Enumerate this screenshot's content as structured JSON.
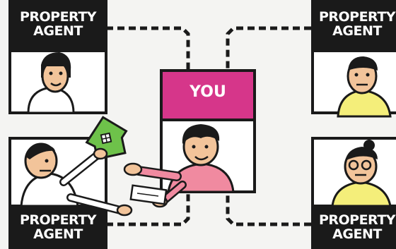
{
  "agents": {
    "top_left": {
      "line1": "PROPERTY",
      "line2": "AGENT"
    },
    "top_right": {
      "line1": "PROPERTY",
      "line2": "AGENT"
    },
    "bottom_left": {
      "line1": "PROPERTY",
      "line2": "AGENT"
    },
    "bottom_right": {
      "line1": "PROPERTY",
      "line2": "AGENT"
    }
  },
  "you": {
    "label": "YOU"
  },
  "colors": {
    "background": "#f4f4f2",
    "label_bg": "#1a1a1a",
    "you_bg": "#d6368a",
    "house": "#6ec24a",
    "skin": "#f2c49a",
    "shirt_pink": "#f08aa0",
    "shirt_yellow": "#f4ee7a"
  }
}
